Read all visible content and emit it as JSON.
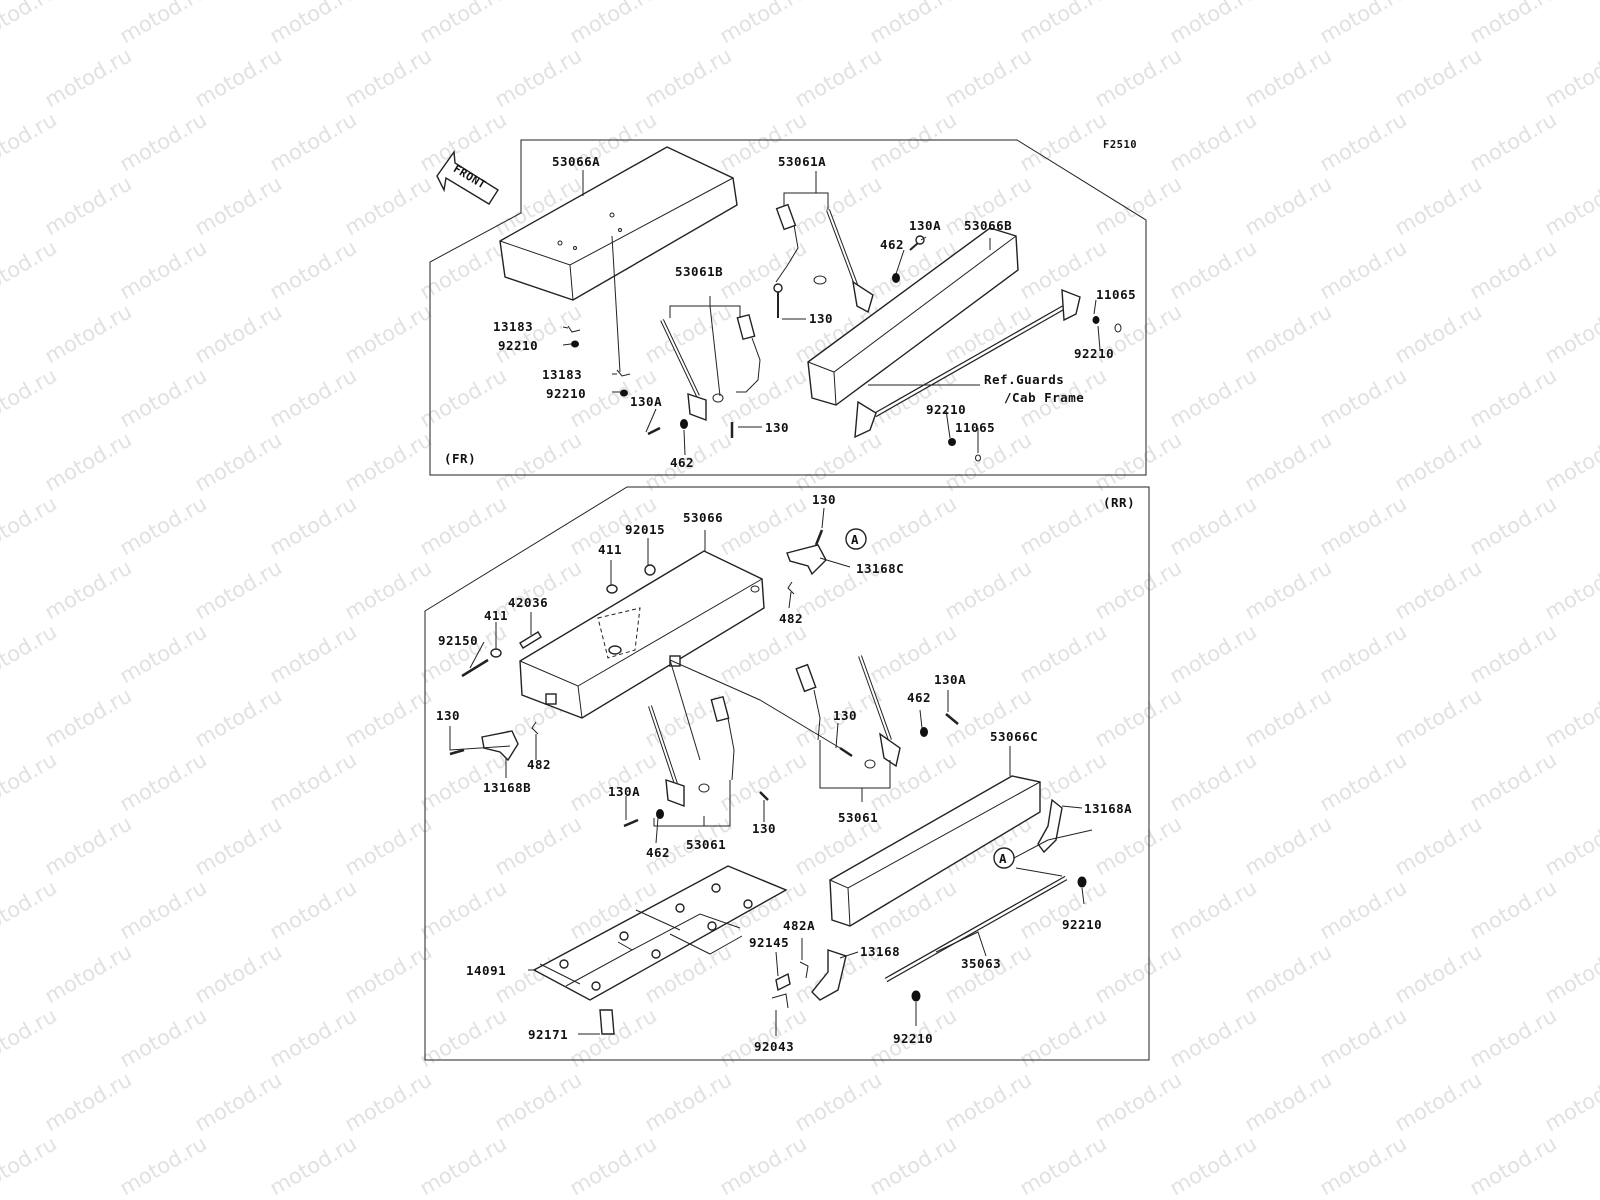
{
  "diagram_code": "F2510",
  "watermark_text": "motod.ru",
  "front_arrow_text": "FRONT",
  "sections": {
    "front": {
      "tag": "(FR)"
    },
    "rear": {
      "tag": "(RR)"
    }
  },
  "ref_note": {
    "line1": "Ref.Guards",
    "line2": "/Cab Frame"
  },
  "callout_ref": "A",
  "labels": {
    "fr_53066A": "53066A",
    "fr_53061A": "53061A",
    "fr_130A_top": "130A",
    "fr_462_top": "462",
    "fr_53066B": "53066B",
    "fr_11065_r": "11065",
    "fr_92210_r": "92210",
    "fr_53061B": "53061B",
    "fr_130_top": "130",
    "fr_13183_a": "13183",
    "fr_92210_a": "92210",
    "fr_13183_b": "13183",
    "fr_92210_b": "92210",
    "fr_130A_bot": "130A",
    "fr_130_bot": "130",
    "fr_462_bot": "462",
    "fr_92210_c": "92210",
    "fr_11065_b": "11065",
    "rr_130_top": "130",
    "rr_92015": "92015",
    "rr_53066": "53066",
    "rr_411_a": "411",
    "rr_13168C": "13168C",
    "rr_482_top": "482",
    "rr_42036": "42036",
    "rr_411_b": "411",
    "rr_92150": "92150",
    "rr_130A_r": "130A",
    "rr_462_r": "462",
    "rr_130_mid": "130",
    "rr_130_l": "130",
    "rr_482_l": "482",
    "rr_13168B": "13168B",
    "rr_53066C": "53066C",
    "rr_130A_l": "130A",
    "rr_130_b": "130",
    "rr_462_b": "462",
    "rr_53061_l": "53061",
    "rr_53061_r": "53061",
    "rr_13168A": "13168A",
    "rr_14091": "14091",
    "rr_482A": "482A",
    "rr_92145": "92145",
    "rr_13168": "13168",
    "rr_92210_r": "92210",
    "rr_35063": "35063",
    "rr_92171": "92171",
    "rr_92043": "92043",
    "rr_92210_b": "92210"
  }
}
